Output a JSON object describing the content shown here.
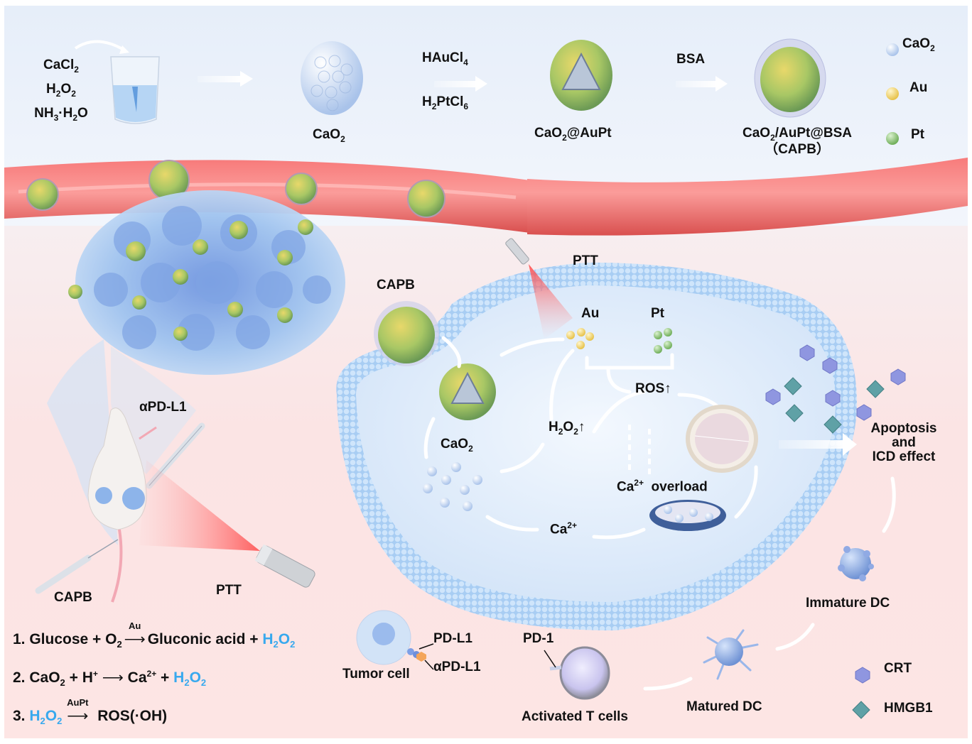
{
  "synthesis": {
    "reagents": [
      "CaCl2",
      "H2O2",
      "NH3·H2O"
    ],
    "step1_product": "CaO2",
    "step2_reagents_top": "HAuCl4",
    "step2_reagents_bottom": "H2PtCl6",
    "step2_product": "CaO2@AuPt",
    "step3_reagent": "BSA",
    "step3_product": "CaO2/AuPt@BSA",
    "step3_product_abbrev": "（CAPB）"
  },
  "legend_top": [
    {
      "label": "CaO2",
      "color": "#c9daf3"
    },
    {
      "label": "Au",
      "color": "#f6dc7a"
    },
    {
      "label": "Pt",
      "color": "#9ccf86"
    }
  ],
  "mouse_panel": {
    "injection_top": "αPD-L1",
    "injection_bottom": "CAPB",
    "laser": "PTT"
  },
  "cell_panel": {
    "nanoparticle_label": "CAPB",
    "laser_label": "PTT",
    "au_label": "Au",
    "pt_label": "Pt",
    "cao2_label": "CaO2",
    "h2o2_label": "H2O2↑",
    "ros_label": "ROS↑",
    "ca_label": "Ca2+",
    "ca_overload_label": "Ca2+ overload"
  },
  "outcome": {
    "apoptosis": [
      "Apoptosis",
      "and",
      "ICD effect"
    ],
    "immature_dc": "Immature DC",
    "matured_dc": "Matured DC",
    "t_cells": "Activated T cells",
    "pd1": "PD-1",
    "tumor_cell": "Tumor cell",
    "pdl1": "PD-L1",
    "apdl1": "αPD-L1"
  },
  "legend_bottom": [
    {
      "label": "CRT",
      "color": "#8f96e0"
    },
    {
      "label": "HMGB1",
      "color": "#5fa1a6"
    }
  ],
  "equations": [
    {
      "num": "1.",
      "lhs": "Glucose + O2",
      "catalyst": "Au",
      "rhs": "Gluconic acid + ",
      "product_h2o2": "H2O2"
    },
    {
      "num": "2.",
      "lhs": "CaO2 + H+",
      "rhs": "Ca2+ + ",
      "product_h2o2": "H2O2"
    },
    {
      "num": "3.",
      "lhs_h2o2": "H2O2",
      "catalyst": "AuPt",
      "rhs": "ROS(·OH)"
    }
  ]
}
